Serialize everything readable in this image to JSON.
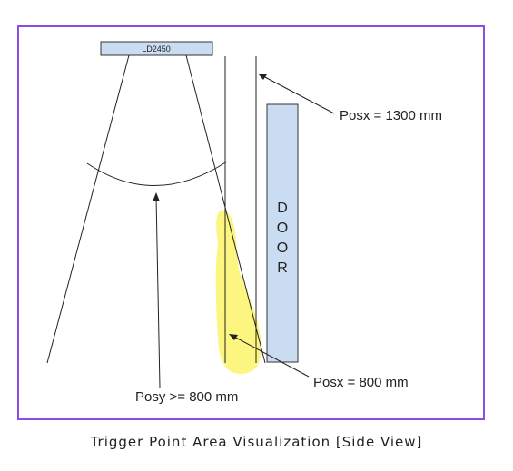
{
  "diagram": {
    "sensor_label": "LD2450",
    "door_letters": [
      "D",
      "O",
      "O",
      "R"
    ],
    "label_posx_far": "Posx = 1300 mm",
    "label_posx_near": "Posx = 800 mm",
    "label_posy": "Posy >= 800 mm"
  },
  "caption": "Trigger Point Area Visualization [Side View]",
  "colors": {
    "frame": "#8a4fe0",
    "sensor_fill": "#c9dcf2",
    "door_fill": "#c9dcf2",
    "highlight": "#fbf36a",
    "line": "#222222"
  }
}
